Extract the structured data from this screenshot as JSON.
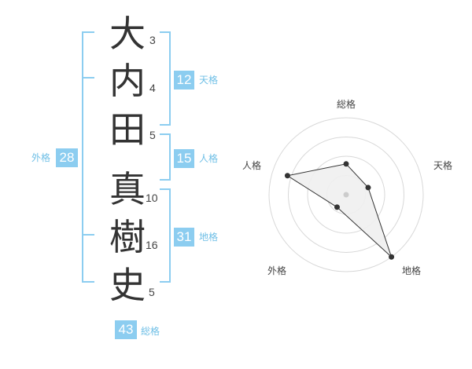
{
  "name": {
    "characters": [
      {
        "char": "大",
        "strokes": "3"
      },
      {
        "char": "内",
        "strokes": "4"
      },
      {
        "char": "田",
        "strokes": "5"
      },
      {
        "char": "真",
        "strokes": "10"
      },
      {
        "char": "樹",
        "strokes": "16"
      },
      {
        "char": "史",
        "strokes": "5"
      }
    ]
  },
  "fortunes": {
    "tenkaku": {
      "label": "天格",
      "value": "12"
    },
    "jinkaku": {
      "label": "人格",
      "value": "15"
    },
    "chikaku": {
      "label": "地格",
      "value": "31"
    },
    "gaikaku": {
      "label": "外格",
      "value": "28"
    },
    "soukaku": {
      "label": "総格",
      "value": "43"
    }
  },
  "chart_data": {
    "type": "radar",
    "axes": [
      "総格",
      "天格",
      "地格",
      "外格",
      "人格"
    ],
    "values": [
      0.4,
      0.3,
      1.0,
      0.2,
      0.8
    ],
    "scale_rings": 4,
    "colors": {
      "fill": "#f0f0f0",
      "stroke": "#333333",
      "ring": "#d8d8d8",
      "center": "#cccccc"
    }
  },
  "colors": {
    "accent": "#8ccdf0",
    "accent_text": "#6fbfe6"
  }
}
